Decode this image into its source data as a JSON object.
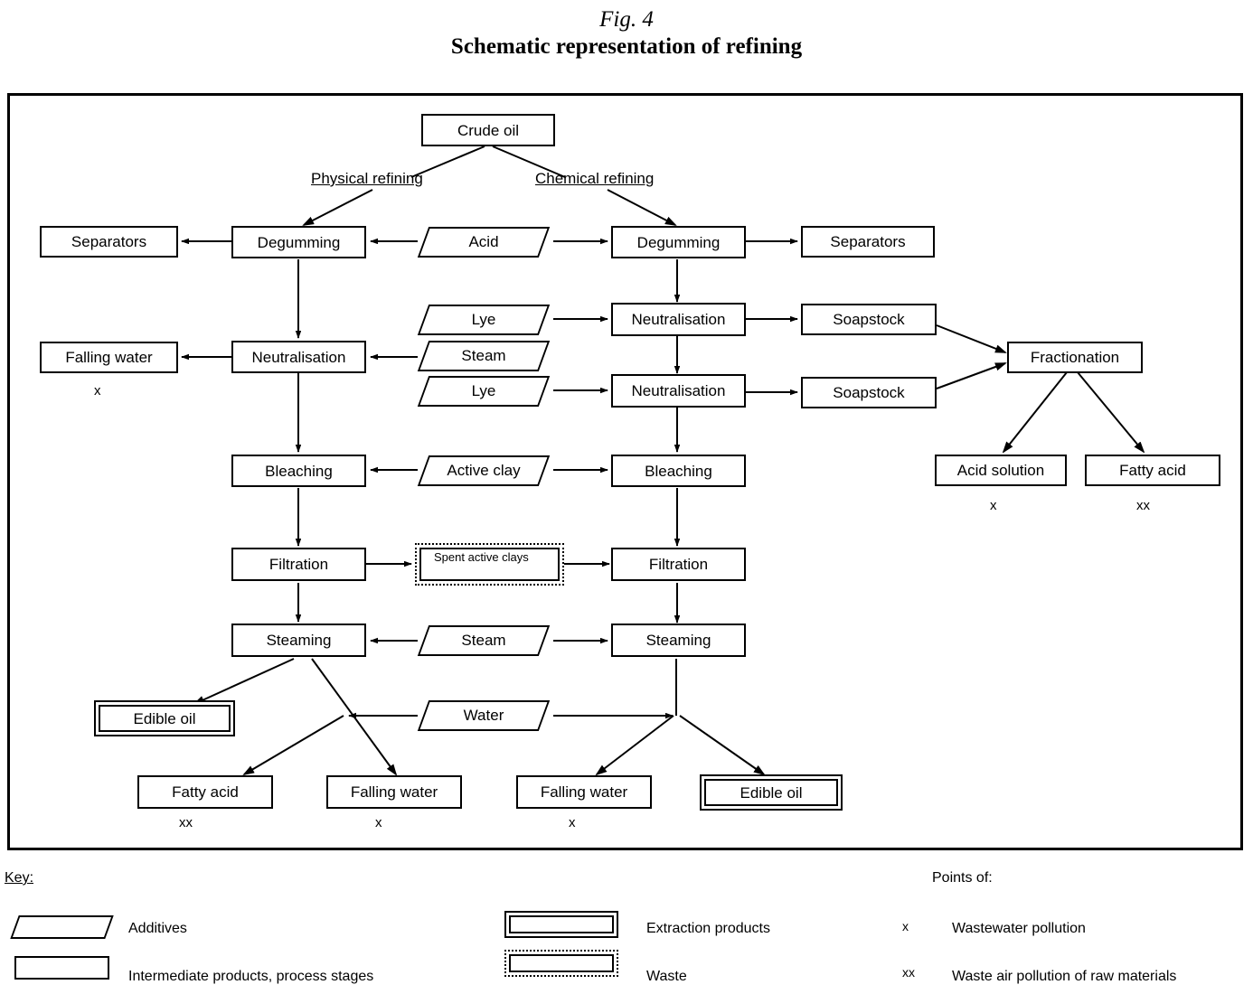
{
  "figure": {
    "label": "Fig. 4",
    "title": "Schematic representation of refining"
  },
  "diagram": {
    "branch_labels": {
      "physical": "Physical refining",
      "chemical": "Chemical refining"
    },
    "nodes": {
      "crude_oil": "Crude oil",
      "separators_left": "Separators",
      "separators_right": "Separators",
      "degumming_left": "Degumming",
      "degumming_right": "Degumming",
      "acid": "Acid",
      "lye_top": "Lye",
      "steam_mid": "Steam",
      "lye_bottom": "Lye",
      "neutralisation_left": "Neutralisation",
      "neutralisation_right_top": "Neutralisation",
      "neutralisation_right_bottom": "Neutralisation",
      "falling_water_neutralisation": "Falling water",
      "soapstock_top": "Soapstock",
      "soapstock_bottom": "Soapstock",
      "fractionation": "Fractionation",
      "acid_solution": "Acid solution",
      "fatty_acid_fractionation": "Fatty acid",
      "bleaching_left": "Bleaching",
      "bleaching_right": "Bleaching",
      "active_clay": "Active clay",
      "filtration_left": "Filtration",
      "filtration_right": "Filtration",
      "spent_active_clays": "Spent active clays",
      "steaming_left": "Steaming",
      "steaming_right": "Steaming",
      "steam_bottom": "Steam",
      "water": "Water",
      "edible_oil_left": "Edible oil",
      "edible_oil_right": "Edible oil",
      "fatty_acid_steaming": "Fatty acid",
      "falling_water_left": "Falling water",
      "falling_water_right": "Falling water"
    },
    "marks": {
      "falling_water_neutralisation": "x",
      "acid_solution": "x",
      "fatty_acid_fractionation": "xx",
      "fatty_acid_steaming": "xx",
      "falling_water_left": "x",
      "falling_water_right": "x"
    }
  },
  "key": {
    "title": "Key:",
    "items": [
      {
        "shape": "parallelogram",
        "label": "Additives"
      },
      {
        "shape": "rectangle",
        "label": "Intermediate products, process stages"
      },
      {
        "shape": "double-rectangle",
        "label": "Extraction products"
      },
      {
        "shape": "dotted-rectangle",
        "label": "Waste"
      }
    ],
    "points_title": "Points of:",
    "points": [
      {
        "mark": "x",
        "label": "Wastewater pollution"
      },
      {
        "mark": "xx",
        "label": "Waste air pollution of raw materials"
      }
    ]
  }
}
